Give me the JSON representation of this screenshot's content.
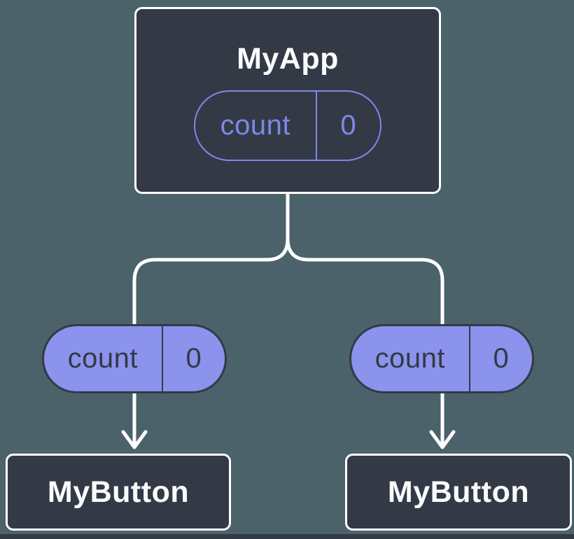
{
  "diagram": {
    "description": "Component tree showing state passed down as props",
    "tree": {
      "root": {
        "title": "MyApp",
        "state_pill": {
          "label": "count",
          "value": "0"
        }
      },
      "children": [
        {
          "title": "MyButton",
          "prop_pill": {
            "label": "count",
            "value": "0"
          }
        },
        {
          "title": "MyButton",
          "prop_pill": {
            "label": "count",
            "value": "0"
          }
        }
      ]
    },
    "colors": {
      "background": "#4B626B",
      "node_fill": "#333A46",
      "node_border": "#FFFFFF",
      "node_text": "#FAFBFC",
      "state_pill_outline": "#7E88E8",
      "state_pill_text": "#7E88E8",
      "prop_pill_fill": "#8B93ED",
      "prop_pill_border": "#333A46",
      "prop_pill_text": "#333A46",
      "connector": "#FFFFFF"
    }
  }
}
